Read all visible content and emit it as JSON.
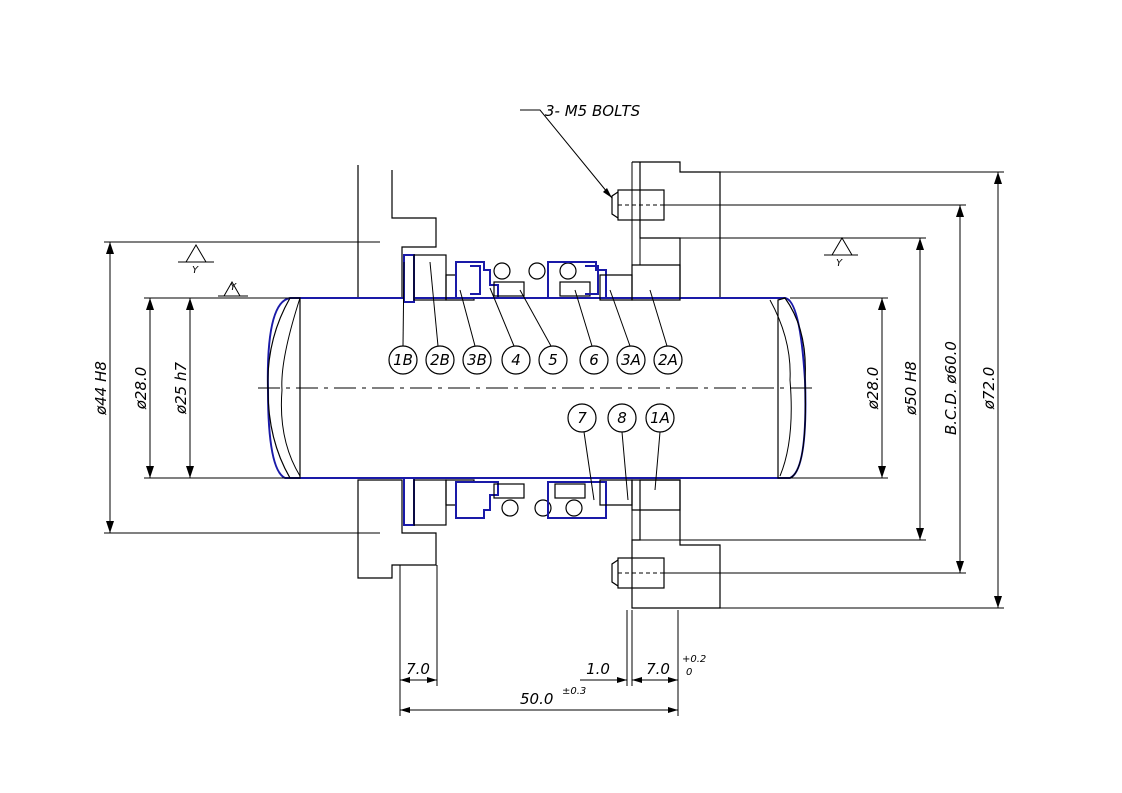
{
  "drawing": {
    "note_bolts": "3- M5 BOLTS",
    "datum_symbol": "Y",
    "dims_vertical": {
      "d44": "ø44 H8",
      "d28_left": "ø28.0",
      "d25": "ø25 h7",
      "d28_right": "ø28.0",
      "d50": "ø50 H8",
      "bcd": "B.C.D. ø60.0",
      "d72": "ø72.0"
    },
    "dims_horizontal": {
      "w7_left": "7.0",
      "w1": "1.0",
      "w7_right": "7.0",
      "tol_plus": "+0.2",
      "tol_zero": "0",
      "w50": "50.0",
      "tol50": "±0.3"
    },
    "part_tags": [
      "1B",
      "2B",
      "3B",
      "4",
      "5",
      "6",
      "3A",
      "2A",
      "7",
      "8",
      "1A"
    ]
  }
}
